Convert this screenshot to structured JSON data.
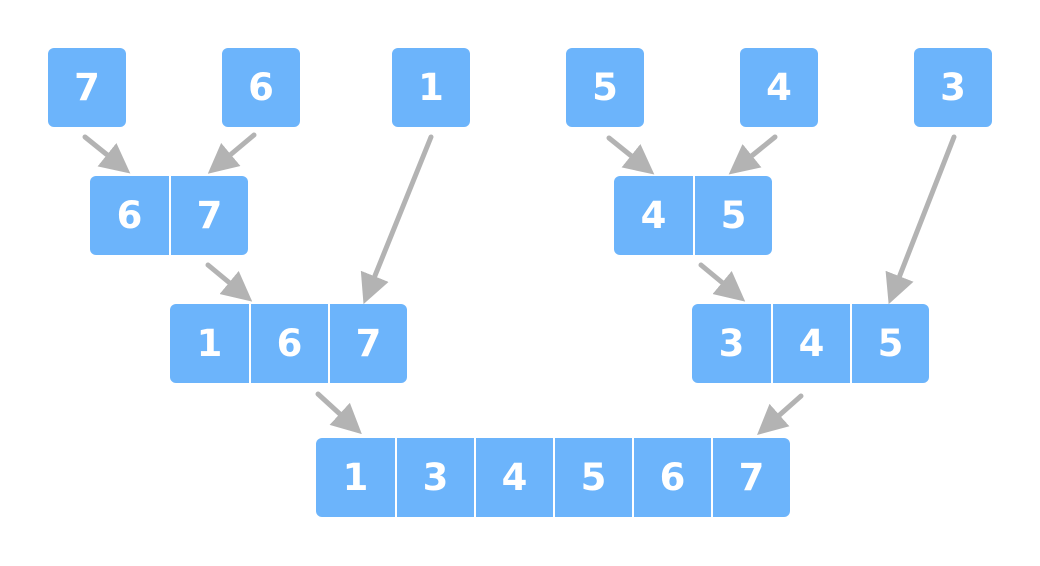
{
  "colors": {
    "cell_fill": "#6cb4fb",
    "cell_text": "#ffffff",
    "arrow": "#b3b3b3"
  },
  "levels": {
    "leaves": [
      [
        "7"
      ],
      [
        "6"
      ],
      [
        "1"
      ],
      [
        "5"
      ],
      [
        "4"
      ],
      [
        "3"
      ]
    ],
    "merge_1": [
      [
        "6",
        "7"
      ],
      [
        "4",
        "5"
      ]
    ],
    "merge_2": [
      [
        "1",
        "6",
        "7"
      ],
      [
        "3",
        "4",
        "5"
      ]
    ],
    "result": [
      [
        "1",
        "3",
        "4",
        "5",
        "6",
        "7"
      ]
    ]
  }
}
